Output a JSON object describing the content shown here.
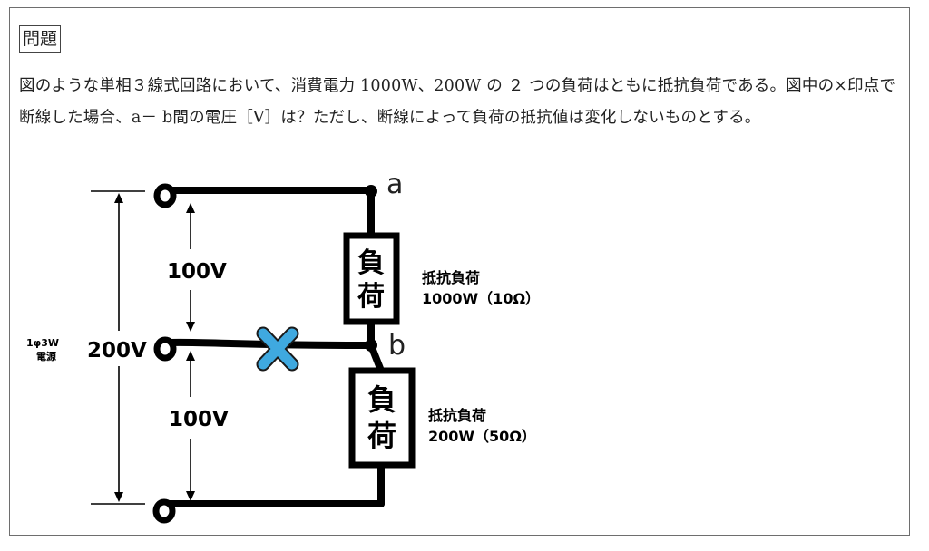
{
  "heading": "問題",
  "question": "図のような単相３線式回路において、消費電力 1000W、200W の ２ つの負荷はともに抵抗負荷である。図中の×印点で断線した場合、a－ b間の電圧［V］は？ただし、断線によって負荷の抵抗値は変化しないものとする。",
  "diagram": {
    "source_label_line1": "1φ3W",
    "source_label_line2": "電源",
    "total_voltage": "200V",
    "upper_voltage": "100V",
    "lower_voltage": "100V",
    "point_a": "a",
    "point_b": "b",
    "load_upper": {
      "char1": "負",
      "char2": "荷",
      "type": "抵抗負荷",
      "rating": "1000W（10Ω）"
    },
    "load_lower": {
      "char1": "負",
      "char2": "荷",
      "type": "抵抗負荷",
      "rating": "200W（50Ω）"
    },
    "break_mark_color": "#3fa9e0",
    "wire_color": "#000000"
  }
}
